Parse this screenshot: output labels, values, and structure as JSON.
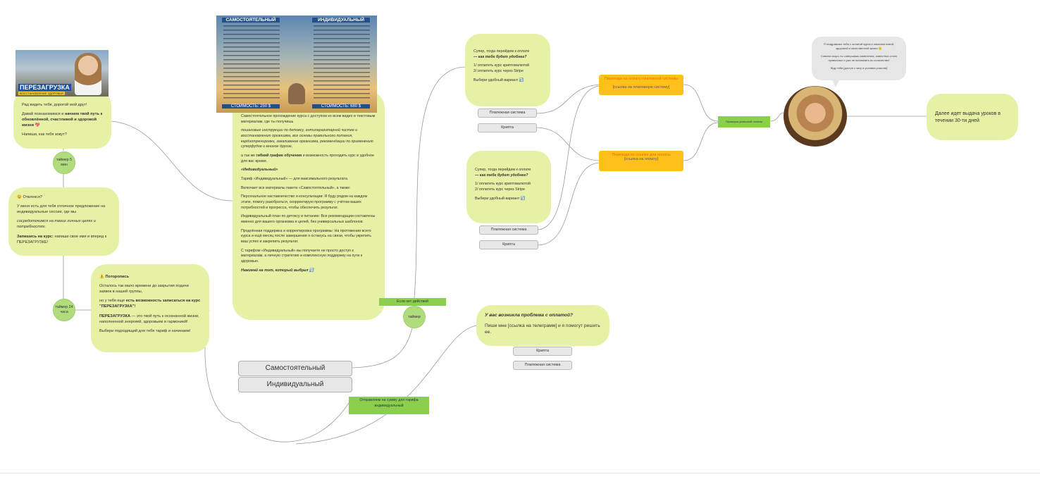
{
  "welcome": {
    "poster": {
      "name": "ПЕРЕЗАГРУЗКА",
      "sub": "ВОССТАНОВЛЕНИЕ ЗДОРОВЬЯ"
    },
    "p1": "Рад видеть тебя, дорогой мой друг!",
    "p2_a": "Давай познакомимся и ",
    "p2_b": "начнем твой путь к обновлённой, счастливой и здоровой жизни",
    "p2_c": " 💖",
    "p3": "Напиши, как тебя зовут?"
  },
  "timer_5": "таймер 5 мин",
  "offer": {
    "p1": "😉 Отвлекся?",
    "p2": "У меня есть для тебя отличное предложение на индивидуальные сессии, где мы",
    "p3": "сосредоточимся на твоих личных целях и потребностях.",
    "p4_b": "Запишись на курс:",
    "p4": " напиши свое имя и вперед к ПЕРЕЗАГРУЗКЕ!"
  },
  "timer_24": "таймер 24 часа",
  "hurry": {
    "title": "⚠️ Поторопись",
    "p1": "Осталось так мало времени до закрытия подачи заявок в нашей группы,",
    "p2_a": "но у тебя еще ",
    "p2_b": "есть возможность записаться на курс \"ПЕРЕЗАГРУЗКА\"!",
    "p3_b": "ПЕРЕЗАГРУЗКА",
    "p3": " — это твой путь к осознанной жизни, наполненной энергией, здоровьем и гармонией!",
    "p4": "Выбери подходящий для тебя тариф и начинаем!"
  },
  "tariffs_image": {
    "left_title": "САМОСТОЯТЕЛЬНЫЙ",
    "right_title": "ИНДИВИДУАЛЬНЫЙ",
    "left_price": "СТОИМОСТЬ: 250 $",
    "right_price": "СТОИМОСТЬ: 680 $"
  },
  "tariffs": {
    "p1": "Самостоятельное прохождение курса с доступом ко всем видео и текстовым материалам, где ты получишь",
    "p2": "пошаговые инструкции по детоксу, антипаразитарной чистке и восстановлению организма, все основы правильного питания, кардиотренировки, закаливание организма, рекомендации по применению суперфудов и многое другое,",
    "p3_a": "а так же ",
    "p3_b": "гибкий график обучения",
    "p3_c": " и возможность проходить курс в удобное для вас время.",
    "p4": "«Индивидуальный»",
    "p5": "Тариф «Индивидуальный» — для максимального результата.",
    "p6": "Включает все материалы пакета «Самостоятельный», а также:",
    "p7": "Персональное наставничество и консультации: Я буду рядом на каждом этапе, помогу разобраться, скорректирую программу с учётом ваших потребностей и прогресса, чтобы обеспечить результат.",
    "p8": "Индивидуальный план по детоксу и питанию: Все рекомендации составлены именно для вашего организма и целей, без универсальных шаблонов.",
    "p9": "Продлённая поддержка и корректировка программы: На протяжении всего курса и ещё месяц после завершения я останусь на связи, чтобы укрепить ваш успех и закрепить результат.",
    "p10": "С тарифом «Индивидуальный» вы получаете не просто доступ к материалам, а личную стратегию и комплексную поддержку на пути к здоровью.",
    "p11": "Нажимай на тот, который выбрал ⤵️"
  },
  "btn_self": "Самостоятельный",
  "btn_individual": "Индивидуальный",
  "green_individual": "Отправляем на сумму для тарифа индивидуальный",
  "green_noaction": "Если нет действий",
  "timer_mid": "таймер",
  "pay1": {
    "p1": "Супер, тогда перейдем к оплате",
    "p2": "— как тебе будет удобнее?",
    "p3": "1/ оплатить курс криптовалютой",
    "p4": "2/ оплатить курс через Stripe",
    "p5": "Выбери удобный вариант ⤵️"
  },
  "pay1_btn_system": "Платежная система",
  "pay1_btn_crypto": "Крипта",
  "pay2": {
    "p1": "Супер, тогда перейдем к оплате",
    "p2": "— как тебе будет удобнее?",
    "p3": "1/ оплатить курс криптовалютой",
    "p4": "2/ оплатить курс через Stripe",
    "p5": "Выбери удобный вариант ⤵️"
  },
  "pay2_btn_system": "Платежная система",
  "pay2_btn_crypto": "Крипта",
  "problem": {
    "title": "У вас возникла проблема с оплатой?",
    "body": "Пиши мне [ссылка на телеграмм] и я помогут решить ее."
  },
  "problem_btn_crypto": "Крипта",
  "problem_btn_system": "Платежная система",
  "orange1": {
    "title": "Переходи на оплату платежной системы",
    "link": "[ссылка на платежную систему]"
  },
  "orange2": {
    "title": "Переходи по ссылке для оплаты",
    "link": "[ссылка на оплату]"
  },
  "green_check": "Проверка успешной оплаты",
  "bubble": {
    "p1": "Я поздравляю тебя с оплатой курса и началом новой, здоровой и качественной жизни 🙂",
    "p2": "Совсем скоро ты совершишь изменения, известных столк привычных и уже не вспомнить их количество!",
    "p3": "Жду тебя [доступ к чату и условия участия]"
  },
  "final": "Далее идет выдача уроков в течении 30-ти дней",
  "colors": {
    "card": "#e6f1a5",
    "orange": "#ffc119",
    "green": "#8bd04d",
    "timer": "#b0dc7e",
    "edge": "#9a9a9a"
  }
}
